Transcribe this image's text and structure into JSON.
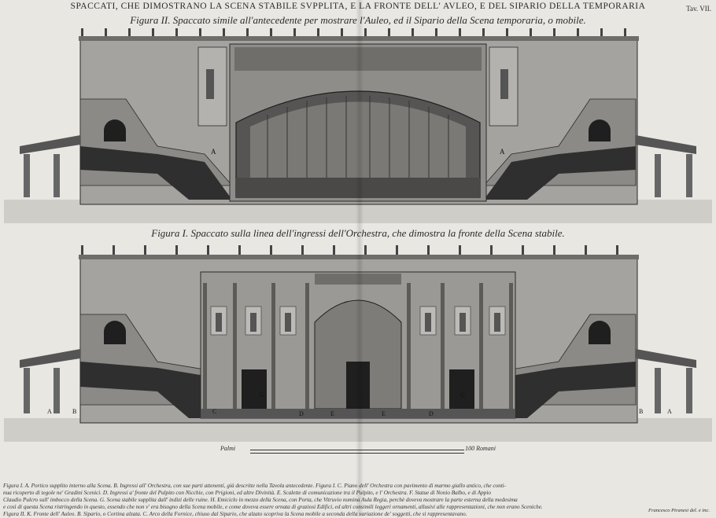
{
  "header": {
    "title": "SPACCATI, CHE DIMOSTRANO LA SCENA STABILE SVPPLITA, E LA FRONTE DELL' AVLEO, E DEL SIPARIO DELLA TEMPORARIA",
    "plate_number": "Tav. VII."
  },
  "figures": {
    "upper_caption": "Figura II. Spaccato simile all'antecedente per mostrare l'Auleo, ed il Sipario della Scena temporaria, o mobile.",
    "lower_caption": "Figura I. Spaccato sulla linea dell'ingressi dell'Orchestra, che dimostra la fronte della Scena stabile."
  },
  "labels_upper": {
    "a_left": "A",
    "a_right": "A"
  },
  "labels_lower": {
    "a1": "A",
    "b1": "B",
    "c1": "C",
    "g1": "G",
    "d1": "D",
    "e1": "E",
    "e2": "E",
    "d2": "D",
    "g2": "G",
    "b2": "B",
    "a2": "A"
  },
  "scale": {
    "left_label": "Palmi",
    "right_label": "100 Romani"
  },
  "legend": {
    "line1": "Figura I. A. Portico supplito interno alla Scena. B. Ingressi all' Orchestra, con sue parti attenenti, già descritte nella Tavola antecedente. Figura I. C. Piano dell' Orchestra con pavimento di marmo giallo antico, che conti-",
    "line2": "nua ricoperto di tegole ne' Gradini Scenici. D. Ingressi a' fronte del Pulpito con Nicchie, con Prigioni, ed altre Divinità. E. Scalette di comunicazione tra il Pulpito, e l' Orchestra. F. Statue di Nonio Balbo, e di Appio",
    "line3": "Claudio Pulcro sull' imbocco della Scena. G. Scena stabile supplita dall' indizi delle ruine. H. Emiciclo in mezzo della Scena, con Porta, che Vitruvio nomina Aula Regia, perchè doveva mostrare la parte esterna della medesima",
    "line4": "e così di questa Scena ristringendo in questo, essendo che non v' era bisogno della Scena mobile, e come doveva essere ornata di graziosi Edifici, ed altri consimili leggeri ornamenti, allusivi alle rappresentazioni, che non erano Sceniche.",
    "line5": "Figura II. K. Fronte dell' Auleo. B. Sipario, o Cortina alzata. C. Arco della Fornice, chiuso dal Sipario, che alzato scopriva la Scena mobile a seconda della variazione de' soggetti, che si rappresentavano.",
    "signature": "Francesco Piranesi del. e inc."
  },
  "colors": {
    "paper": "#e9e7e2",
    "ink": "#2a2a2a",
    "wall": "#9d9d9d",
    "dark": "#3a3a3a",
    "light": "#cfcdc8"
  }
}
